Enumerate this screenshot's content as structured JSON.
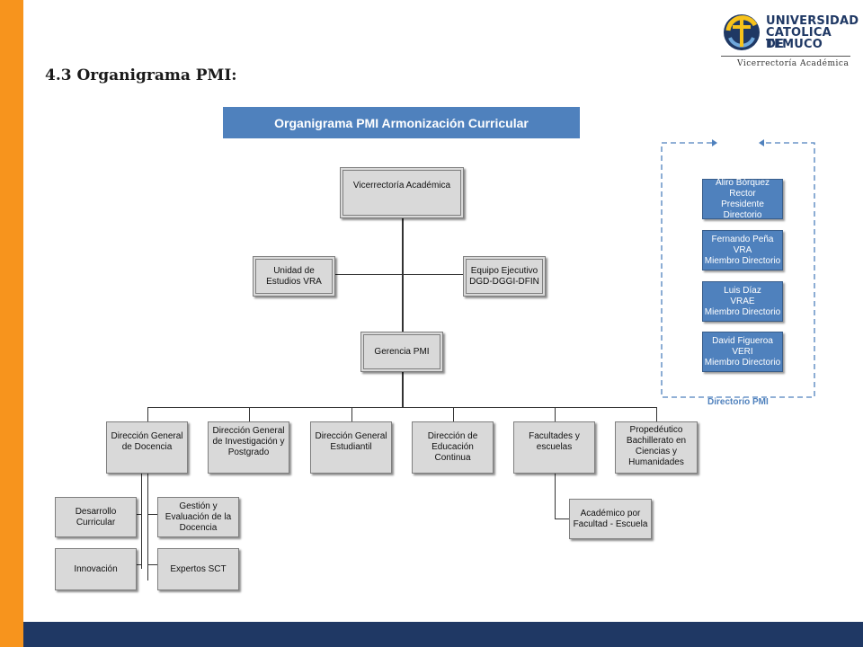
{
  "section_title": "4.3 Organigrama PMI:",
  "logo": {
    "line1": "UNIVERSIDAD",
    "line2": "CATOLICA DE",
    "line3": "TEMUCO",
    "subtitle": "Vicerrectoría Académica"
  },
  "chart_title": "Organigrama PMI Armonización Curricular",
  "nodes": {
    "vra": "Vicerrectoría Académica",
    "unidad": "Unidad de Estudios VRA",
    "equipo": "Equipo Ejecutivo DGD-DGGI-DFIN",
    "gerencia": "Gerencia PMI",
    "dg_docencia": "Dirección General de Docencia",
    "dg_investigacion": "Dirección General de Investigación y Postgrado",
    "dg_estudiantil": "Dirección General Estudiantil",
    "educacion_continua": "Dirección de Educación Continua",
    "facultades": "Facultades y escuelas",
    "propedeutico": "Propedéutico Bachillerato en Ciencias y Humanidades",
    "desarrollo": "Desarrollo Curricular",
    "gestion": "Gestión y Evaluación de la Docencia",
    "innovacion": "Innovación",
    "expertos": "Expertos SCT",
    "academico": "Académico por Facultad - Escuela"
  },
  "directorio": {
    "label": "Directorio PMI",
    "members": [
      "Aliro Bórquez\nRector\nPresidente\nDirectorio",
      "Fernando Peña\nVRA\nMiembro Directorio",
      "Luis Díaz\nVRAE\nMiembro Directorio",
      "David Figueroa\nVERI\nMiembro Directorio"
    ]
  },
  "colors": {
    "accent": "#f7941d",
    "footer": "#1f3864",
    "blue": "#4f81bd"
  }
}
